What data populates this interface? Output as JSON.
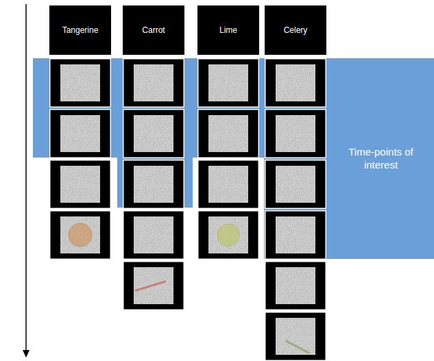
{
  "diagram": {
    "nodes": [
      {
        "text": [
          "Tangerine"
        ]
      },
      {
        "text": [
          "Carrot"
        ]
      },
      {
        "text": [
          "Lime"
        ]
      },
      {
        "text": [
          "Celery"
        ]
      },
      {
        "text": [
          "Time-points of interest"
        ]
      }
    ]
  }
}
